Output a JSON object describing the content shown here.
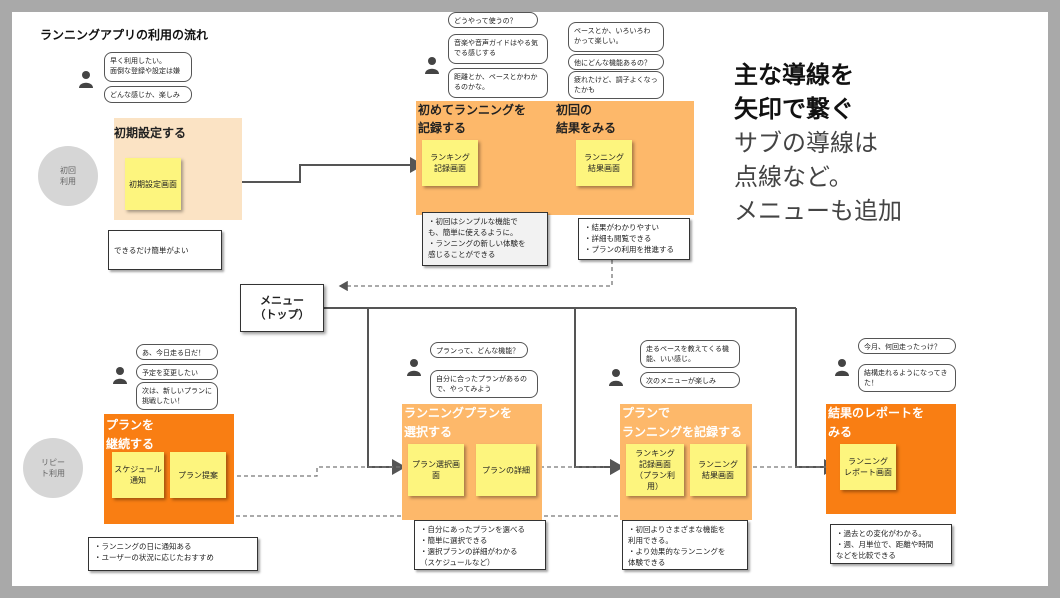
{
  "title": "ランニングアプリの利用の流れ",
  "headline": {
    "bold_line1": "主な導線を",
    "bold_line2": "矢印で繋ぐ",
    "line3": "サブの導線は",
    "line4": "点線など。",
    "line5": "メニューも追加"
  },
  "rows": {
    "first": "初回\n利用",
    "repeat": "リピー\nト利用"
  },
  "menu": "メニュー\n（トップ）",
  "sections": {
    "initial": {
      "label": "初期設定する",
      "sticky": "初期設定画面",
      "note": "できるだけ簡単がよい",
      "bubbles": [
        "早く利用したい。\n面倒な登録や設定は嫌",
        "どんな感じか、楽しみ"
      ]
    },
    "first_record": {
      "label": "初めてランニングを\n記録する",
      "sticky": "ランキング\n記録画面",
      "note": "・初回はシンプルな機能で\nも、簡単に使えるように。\n・ランニングの新しい体験を\n感じることができる",
      "bubbles": [
        "どうやって使うの？",
        "音楽や音声ガイドはやる気\nでる感じする",
        "距離とか、ペースとかわか\nるのかな。"
      ]
    },
    "first_result": {
      "label": "初回の\n結果をみる",
      "sticky": "ランニング\n結果画面",
      "note": "・結果がわかりやすい\n・詳細も閲覧できる\n・プランの利用を推進する",
      "bubbles": [
        "ペースとか、いろいろわ\nかって楽しい。",
        "他にどんな機能あるの？",
        "疲れたけど、調子よくなっ\nたかも"
      ]
    },
    "continue_plan": {
      "label": "プランを\n継続する",
      "stickies": [
        "スケジュール\n通知",
        "プラン提案"
      ],
      "note": "・ランニングの日に通知ある\n・ユーザーの状況に応じたおすすめ",
      "bubbles": [
        "あ、今日走る日だ！",
        "予定を変更したい",
        "次は、新しいプランに\n挑戦したい！"
      ]
    },
    "choose_plan": {
      "label": "ランニングプランを\n選択する",
      "stickies": [
        "プラン選択画\n面",
        "プランの詳細"
      ],
      "note": "・自分にあったプランを選べる\n・簡単に選択できる\n・選択プランの詳細がわかる\n（スケジュールなど）",
      "bubbles": [
        "プランって、どんな機能？",
        "自分に合ったプランがあるの\nで、やってみよう"
      ]
    },
    "record_plan": {
      "label": "プランで\nランニングを記録する",
      "stickies": [
        "ランキング\n記録画面\n（プラン利\n用）",
        "ランニング\n結果画面"
      ],
      "note": "・初回よりさまざまな機能を\n利用できる。\n・より効果的なランニングを\n体験できる",
      "bubbles": [
        "走るペースを教えてくる機\n能、いい感じ。",
        "次のメニューが楽しみ"
      ]
    },
    "report": {
      "label": "結果のレポートを\nみる",
      "sticky": "ランニング\nレポート画面",
      "note": "・過去との変化がわかる。\n・週、月単位で、距離や時間\nなどを比較できる",
      "bubbles": [
        "今月、何回走ったっけ？",
        "結構走れるようになってき\nた！"
      ]
    }
  },
  "colors": {
    "light_section": "#fbe3c4",
    "mid_section": "#fdb86a",
    "deep_section": "#f97e13",
    "sticky": "#fdf57e",
    "frame": "#a9a9a9"
  }
}
